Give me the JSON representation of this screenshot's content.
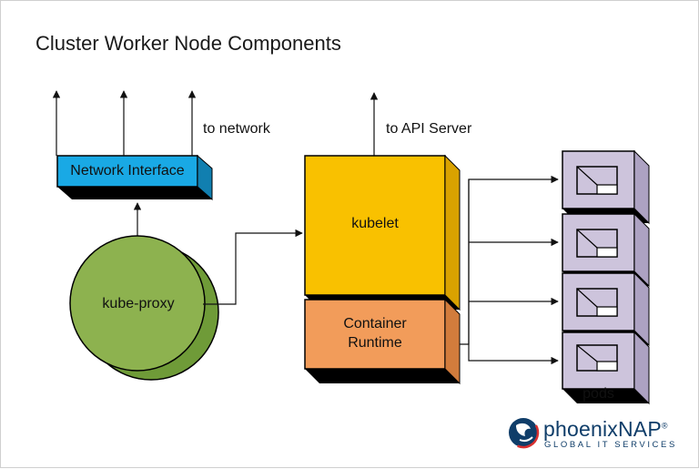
{
  "diagram": {
    "title": "Cluster Worker Node Components",
    "labels": {
      "network_interface": "Network Interface",
      "to_network": "to network",
      "to_api_server": "to API Server",
      "kube_proxy": "kube-proxy",
      "kubelet": "kubelet",
      "container_runtime_line1": "Container",
      "container_runtime_line2": "Runtime",
      "pods": "pods"
    },
    "colors": {
      "network_interface": "#19a9e5",
      "kube_proxy": "#8db24f",
      "kubelet": "#f9c100",
      "container_runtime": "#f29c5a",
      "pod": "#cdc4dc"
    }
  },
  "brand": {
    "name": "phoenixNAP",
    "registered": "®",
    "tagline": "GLOBAL IT SERVICES"
  }
}
